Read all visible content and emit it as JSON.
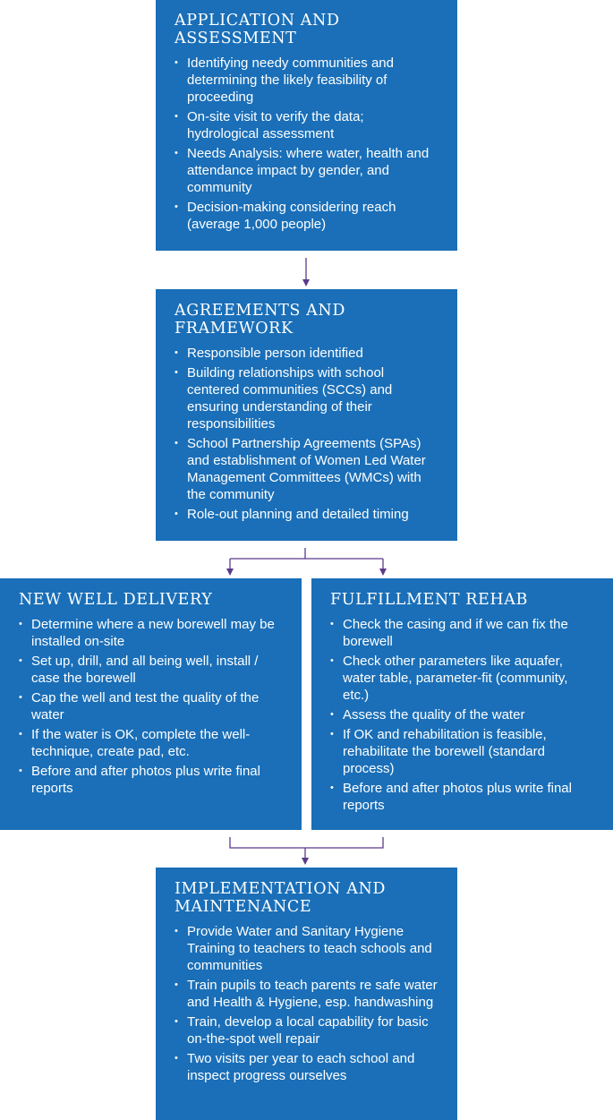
{
  "steps": [
    {
      "title": "APPLICATION AND\nASSESSMENT",
      "items": [
        "Identifying needy communities and determining the likely feasibility of proceeding",
        "On-site visit to verify the data; hydrological assessment",
        "Needs Analysis: where water, health and attendance impact by gender, and community",
        "Decision-making considering reach (average 1,000 people)"
      ]
    },
    {
      "title": "AGREEMENTS AND\nFRAMEWORK",
      "items": [
        "Responsible person identified",
        "Building relationships with school centered communities (SCCs) and ensuring understanding of their responsibilities",
        "School Partnership Agreements (SPAs) and establishment of Women Led Water Management Committees (WMCs) with the community",
        "Role-out planning and detailed timing"
      ]
    },
    {
      "title": "NEW WELL DELIVERY",
      "items": [
        "Determine where a new borewell may be installed on-site",
        "Set up, drill, and all being well, install / case the borewell",
        "Cap the well and test the quality of the water",
        "If the water is OK, complete the well-technique, create pad, etc.",
        "Before and after photos plus write final reports"
      ]
    },
    {
      "title": "FULFILLMENT REHAB",
      "items": [
        "Check the casing and if we can fix the borewell",
        "Check other parameters like aquafer, water table, parameter-fit (community, etc.)",
        "Assess the quality of the water",
        "If OK and rehabilitation is feasible, rehabilitate the borewell (standard process)",
        "Before and after photos plus write final reports"
      ]
    },
    {
      "title": "IMPLEMENTATION AND\nMAINTENANCE",
      "items": [
        "Provide Water and Sanitary Hygiene Training to teachers to teach schools and communities",
        "Train pupils to teach parents re safe water and Health & Hygiene, esp. handwashing",
        "Train, develop a local capability for basic on-the-spot well repair",
        "Two visits per year to each school and inspect progress ourselves"
      ]
    }
  ],
  "colors": {
    "box": "#1a6fb8",
    "text": "#ffffff",
    "connector": "#5b3a8c"
  }
}
